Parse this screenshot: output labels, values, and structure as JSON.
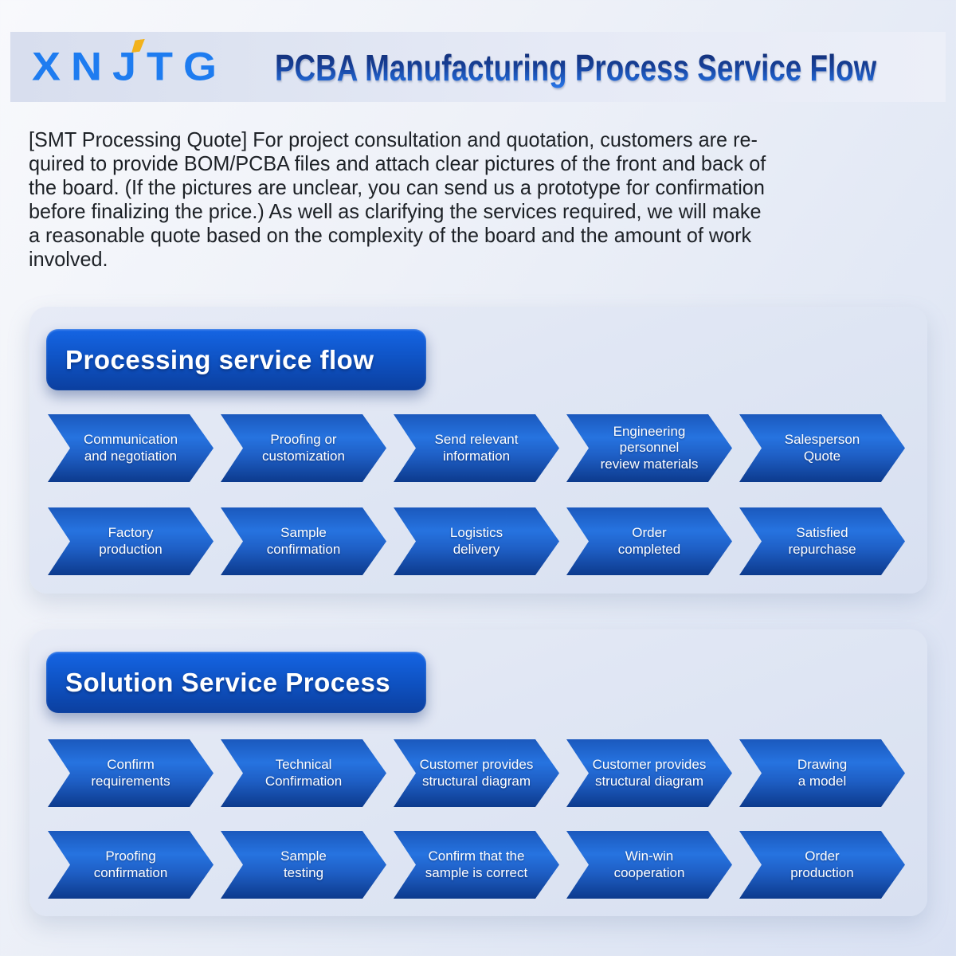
{
  "logo": {
    "text": "XNJTG"
  },
  "header": {
    "title": "PCBA Manufacturing Process Service Flow"
  },
  "intro": {
    "lines": [
      "[SMT Processing Quote] For project consultation and quotation, customers are re-",
      "quired to provide BOM/PCBA files and attach clear pictures of the front and back of",
      "the board. (If the pictures are unclear, you can send us a prototype for confirmation",
      "before finalizing the price.) As well as clarifying the services required, we will make",
      "a reasonable quote based on the complexity of the board and the amount of work",
      "involved."
    ]
  },
  "sections": [
    {
      "title": "Processing service flow",
      "rows": [
        [
          "Communication\nand negotiation",
          "Proofing or\ncustomization",
          "Send relevant\ninformation",
          "Engineering\npersonnel\nreview materials",
          "Salesperson\nQuote"
        ],
        [
          "Factory\nproduction",
          "Sample\nconfirmation",
          "Logistics\ndelivery",
          "Order\ncompleted",
          "Satisfied\nrepurchase"
        ]
      ]
    },
    {
      "title": "Solution Service Process",
      "rows": [
        [
          "Confirm\nrequirements",
          "Technical\nConfirmation",
          "Customer provides\nstructural diagram",
          "Customer provides\nstructural diagram",
          "Drawing\na model"
        ],
        [
          "Proofing\nconfirmation",
          "Sample\ntesting",
          "Confirm that the\nsample is correct",
          "Win-win\ncooperation",
          "Order\nproduction"
        ]
      ]
    }
  ],
  "colors": {
    "logo_blue": "#1e7cf0",
    "logo_accent_yellow": "#f2b21c",
    "arrow_blue_top": "#2673e0",
    "arrow_blue_bottom": "#0c3a8d",
    "button_blue_top": "#1565e4",
    "button_blue_bottom": "#0b3f9f",
    "title_gradient_top": "#12296b",
    "title_gradient_bottom": "#2a78ec",
    "panel_bg": "#dee5f3"
  }
}
